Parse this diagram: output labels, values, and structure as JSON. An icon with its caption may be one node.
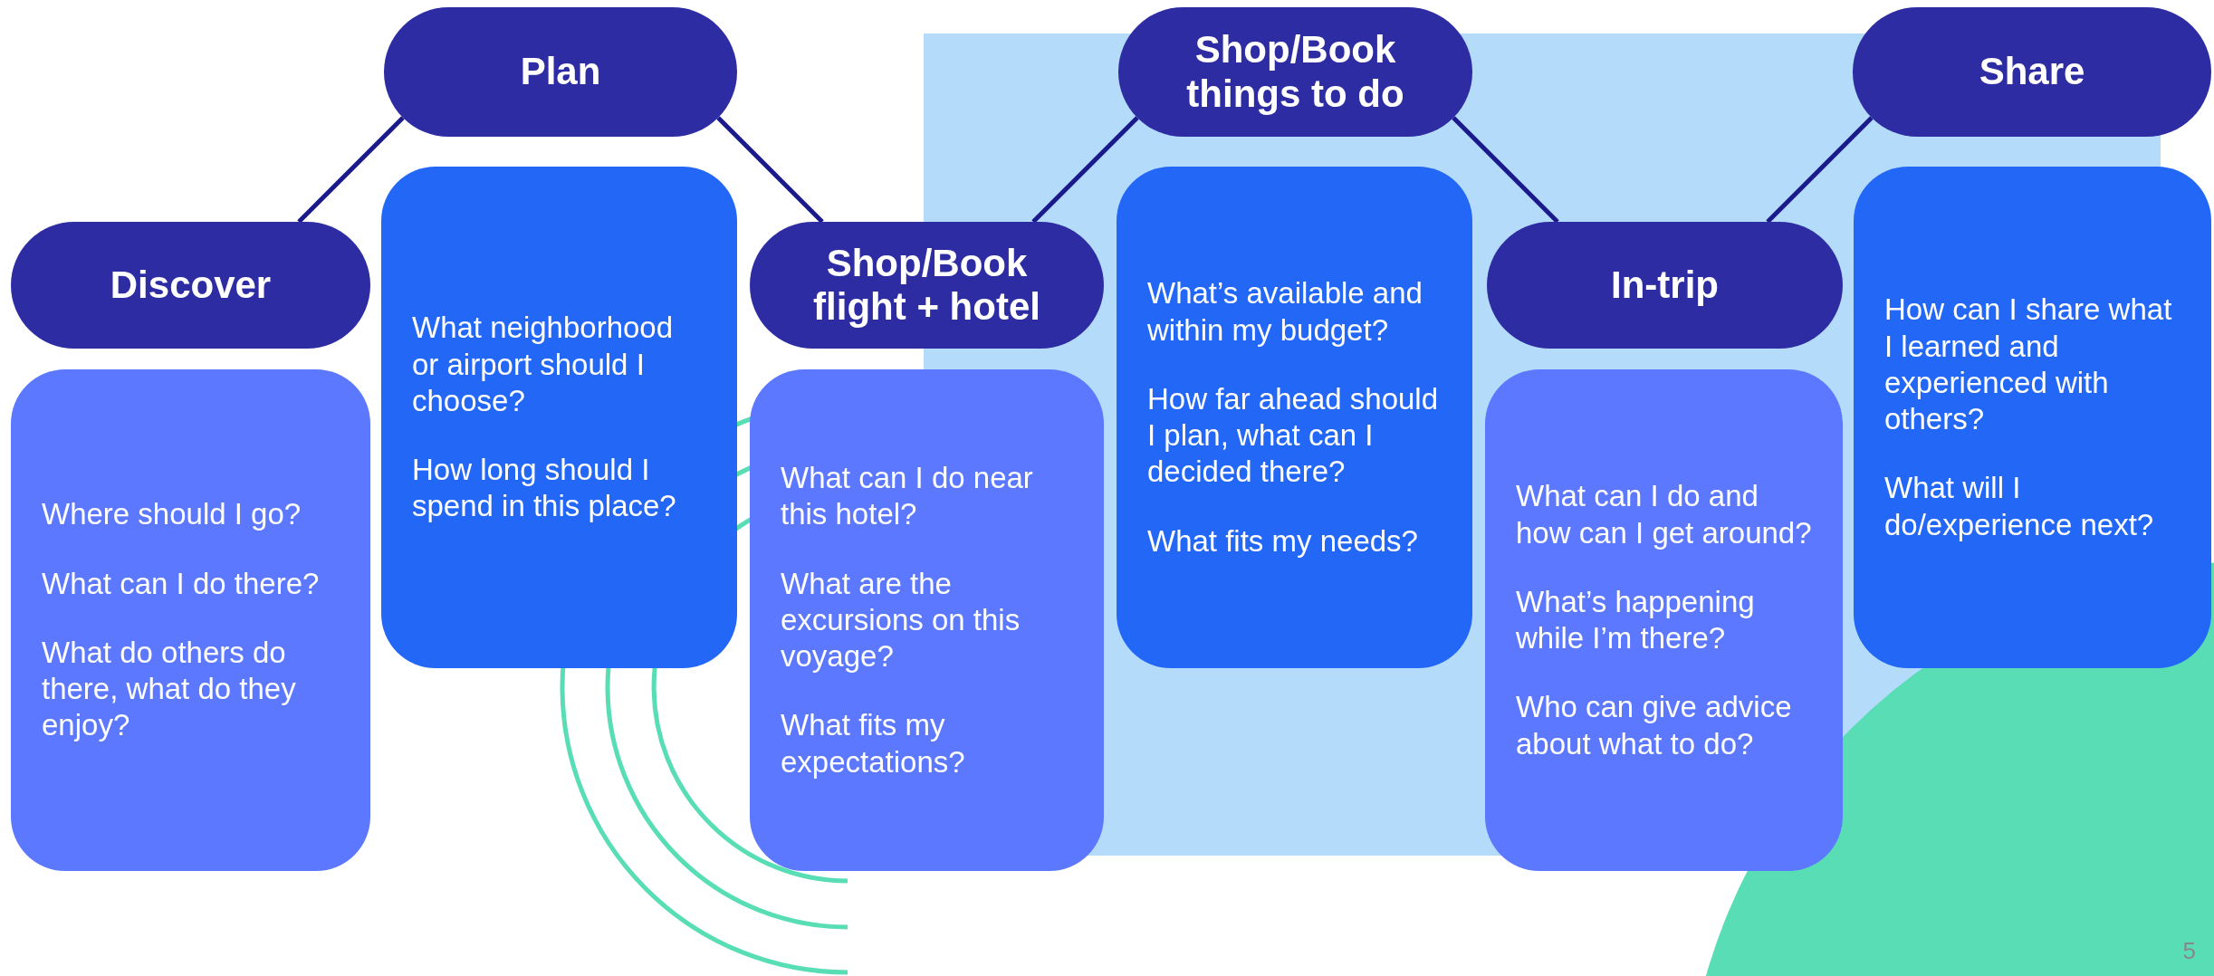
{
  "diagram": {
    "nodes": [
      {
        "text": [
          "Discover"
        ]
      },
      {
        "text": [
          "Where should I go?",
          "What can I do there?",
          "What do others do there, what do they enjoy?"
        ]
      },
      {
        "text": [
          "Plan"
        ]
      },
      {
        "text": [
          "What neighborhood or airport should I choose?",
          "How long should I spend in this place?"
        ]
      },
      {
        "text": [
          "Shop/Book flight + hotel"
        ]
      },
      {
        "text": [
          "What can I do near this hotel?",
          "What are the excursions on this voyage?",
          "What fits my expectations?"
        ]
      },
      {
        "text": [
          "Shop/Book things to do"
        ]
      },
      {
        "text": [
          "What’s available and within my budget?",
          "How far ahead should I plan, what can I decided there?",
          "What fits my needs?"
        ]
      },
      {
        "text": [
          "In-trip"
        ]
      },
      {
        "text": [
          "What can I do and how can I get around?",
          "What’s happening while I’m there?",
          "Who can give advice about what to do?"
        ]
      },
      {
        "text": [
          "Share"
        ]
      },
      {
        "text": [
          "How can I share what I learned and experienced with others?",
          "What will I do/experience next?"
        ]
      }
    ],
    "edges": [
      {
        "from": 0,
        "to": 2,
        "arrow": "none"
      },
      {
        "from": 2,
        "to": 4,
        "arrow": "none"
      },
      {
        "from": 4,
        "to": 6,
        "arrow": "none"
      },
      {
        "from": 6,
        "to": 8,
        "arrow": "none"
      },
      {
        "from": 8,
        "to": 10,
        "arrow": "none"
      }
    ],
    "labels": [
      "5"
    ]
  }
}
